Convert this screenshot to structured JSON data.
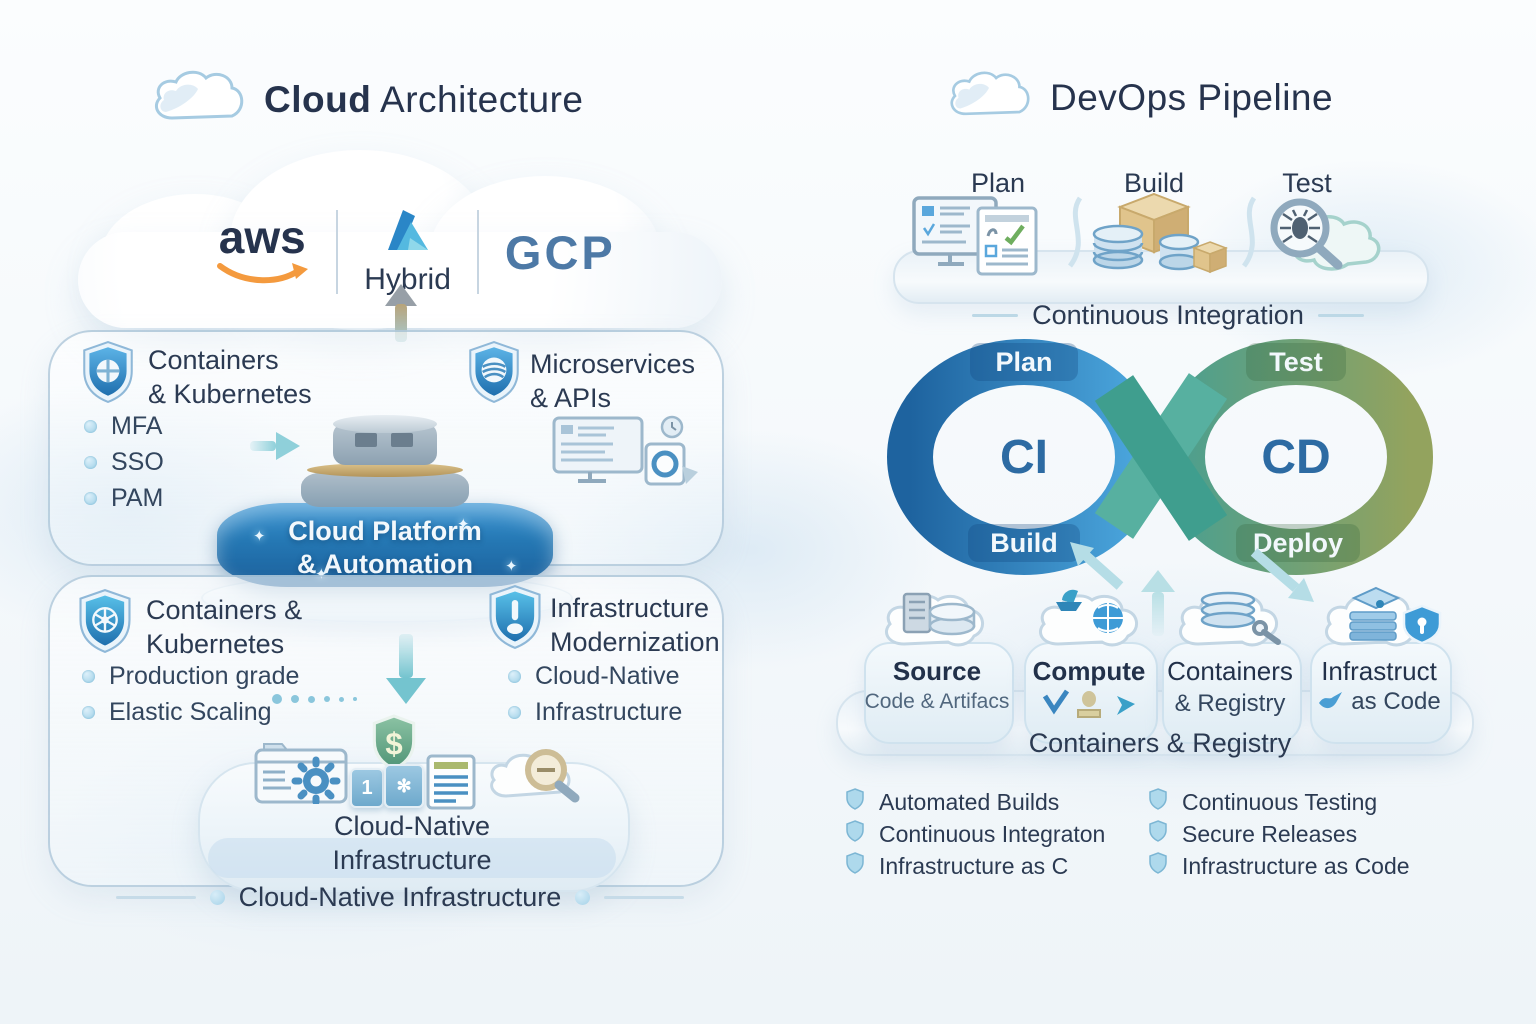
{
  "colors": {
    "title_text": "#26334d",
    "body_text": "#33465e",
    "accent_blue": "#2e86c8",
    "loop_blue_dark": "#1e639f",
    "loop_blue_light": "#4ba6dd",
    "loop_green": "#4d9f8e",
    "loop_olive": "#93a35e",
    "loop_teal": "#47a89a",
    "ci_cd_text": "#2d6ba3",
    "aws_navy": "#26334d",
    "aws_orange": "#f49a3e",
    "gcp_blue": "#4d79a6",
    "gold": "#c9b27a",
    "dollar_green": "#4f9476"
  },
  "left": {
    "title_bold": "Cloud",
    "title_rest": " Architecture",
    "providers": {
      "aws": "aws",
      "hybrid": "Hybrid",
      "gcp": "GCP"
    },
    "top_left": {
      "title1": "Containers",
      "title2": "& Kubernetes",
      "bullets": [
        "MFA",
        "SSO",
        "PAM"
      ]
    },
    "top_right": {
      "title1": "Microservices",
      "title2": "& APIs"
    },
    "platform": {
      "line1": "Cloud Platform",
      "line2": "& Automation"
    },
    "bottom_left": {
      "title1": "Containers &",
      "title2": "Kubernetes",
      "bullets": [
        "Production grade",
        "Elastic Scaling"
      ]
    },
    "bottom_right": {
      "title1": "Infrastructure",
      "title2": "Modernization",
      "bullets": [
        "Cloud-Native",
        "Infrastructure"
      ]
    },
    "bottom_platform": {
      "line1": "Cloud-Native",
      "line2": "Infrastructure",
      "tile_number": "1",
      "asterisk": "✻",
      "dollar": "$"
    },
    "caption": "Cloud-Native Infrastructure"
  },
  "right": {
    "title": "DevOps Pipeline",
    "stages": [
      "Plan",
      "Build",
      "Test"
    ],
    "stage_caption": "Continuous Integration",
    "loop": {
      "plan": "Plan",
      "build": "Build",
      "ci": "CI",
      "test": "Test",
      "deploy": "Deploy",
      "cd": "CD"
    },
    "pillars": [
      {
        "line1": "Source",
        "line2": "Code & Artifacs"
      },
      {
        "line1": "Compute"
      },
      {
        "line1": "Containers",
        "line2": "& Registry"
      },
      {
        "line1": "Infrastruct",
        "line2": "as Code"
      }
    ],
    "pillar_caption": "Containers & Registry",
    "checklist_left": [
      "Automated Builds",
      "Continuous Integraton",
      "Infrastructure as C"
    ],
    "checklist_right": [
      "Continuous Testing",
      "Secure Releases",
      "Infrastructure as Code"
    ]
  }
}
